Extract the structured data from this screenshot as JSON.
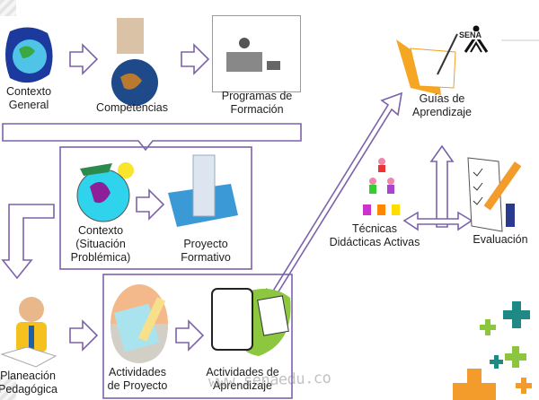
{
  "nodes": {
    "contexto_general": "Contexto\nGeneral",
    "contexto_general_l1": "Contexto",
    "contexto_general_l2": "General",
    "competencias": "Competencias",
    "programas_l1": "Programas de",
    "programas_l2": "Formación",
    "contexto_sit_l1": "Contexto",
    "contexto_sit_l2": "(Situación",
    "contexto_sit_l3": "Problémica)",
    "proyecto_l1": "Proyecto",
    "proyecto_l2": "Formativo",
    "guias_l1": "Guías de",
    "guias_l2": "Aprendizaje",
    "tecnicas_l1": "Técnicas",
    "tecnicas_l2": "Didácticas Activas",
    "evaluacion": "Evaluación",
    "planeacion_l1": "Planeación",
    "planeacion_l2": "Pedagógica",
    "act_proyecto_l1": "Actividades",
    "act_proyecto_l2": "de Proyecto",
    "act_aprendizaje_l1": "Actividades de",
    "act_aprendizaje_l2": "Aprendizaje"
  },
  "logo": "SENA",
  "watermark": "www.senaedu.co",
  "colors": {
    "arrow": "#7c62ab",
    "folder": "#f5a623",
    "plus_green": "#8cc63f",
    "plus_teal": "#1f8a85",
    "plus_orange": "#f39c2b"
  }
}
